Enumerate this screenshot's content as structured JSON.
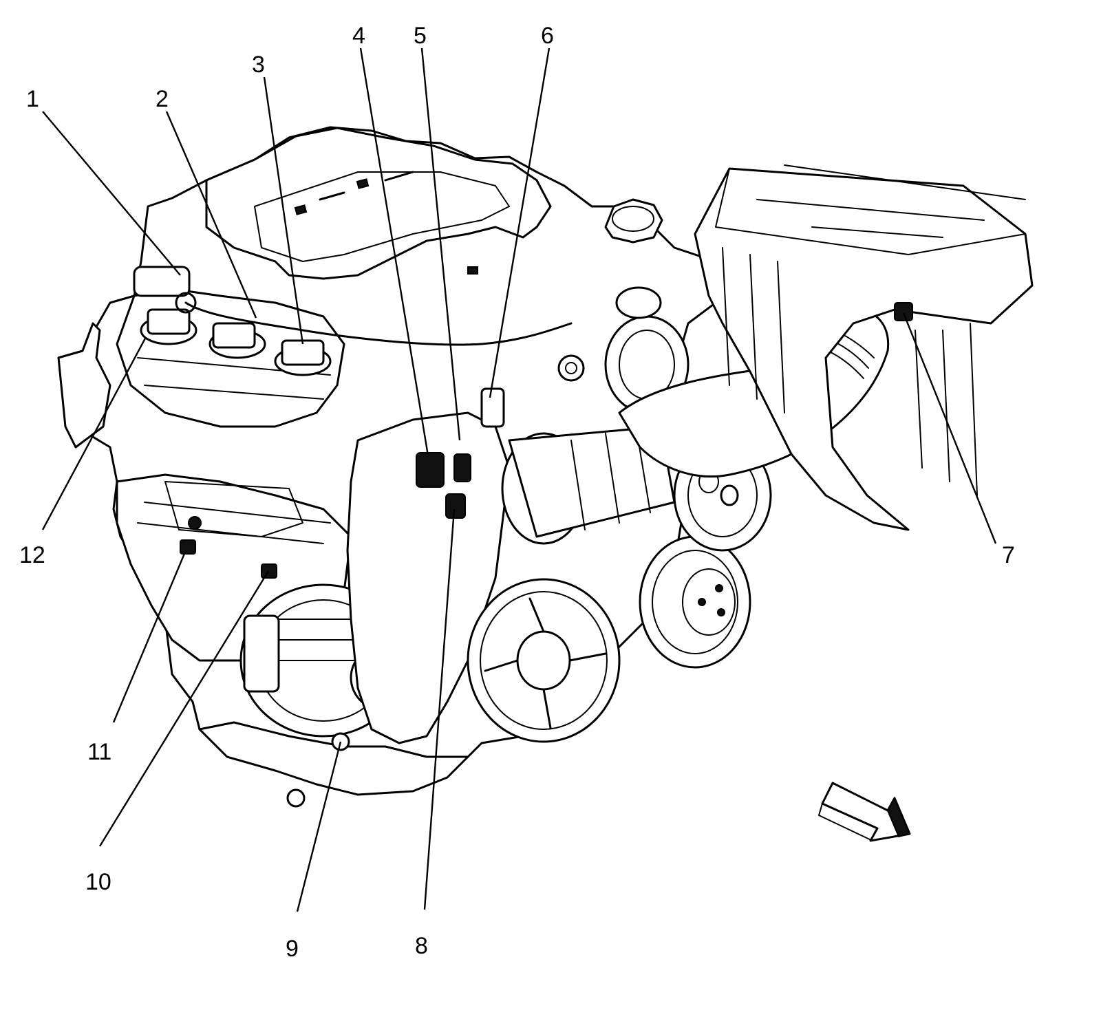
{
  "callouts": [
    {
      "id": "1",
      "label": "1"
    },
    {
      "id": "2",
      "label": "2"
    },
    {
      "id": "3",
      "label": "3"
    },
    {
      "id": "4",
      "label": "4"
    },
    {
      "id": "5",
      "label": "5"
    },
    {
      "id": "6",
      "label": "6"
    },
    {
      "id": "7",
      "label": "7"
    },
    {
      "id": "8",
      "label": "8"
    },
    {
      "id": "9",
      "label": "9"
    },
    {
      "id": "10",
      "label": "10"
    },
    {
      "id": "11",
      "label": "11"
    },
    {
      "id": "12",
      "label": "12"
    }
  ],
  "direction_arrow": {
    "icon": "direction-arrow-icon"
  }
}
